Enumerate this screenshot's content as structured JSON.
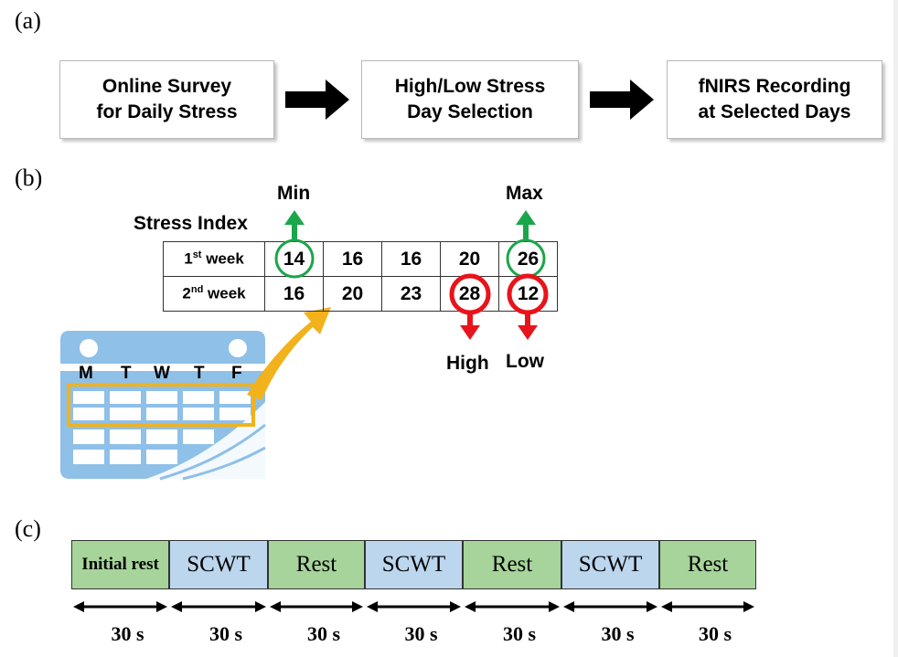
{
  "panels": {
    "a": "(a)",
    "b": "(b)",
    "c": "(c)"
  },
  "flow": {
    "steps": [
      "Online Survey\nfor Daily Stress",
      "High/Low Stress\nDay Selection",
      "fNIRS Recording\nat Selected Days"
    ]
  },
  "stress_table": {
    "title": "Stress Index",
    "min_label": "Min",
    "max_label": "Max",
    "high_label": "High",
    "low_label": "Low",
    "rows": [
      {
        "num": "1",
        "sup": "st",
        "label": " week",
        "values": [
          "14",
          "16",
          "16",
          "20",
          "26"
        ]
      },
      {
        "num": "2",
        "sup": "nd",
        "label": " week",
        "values": [
          "16",
          "20",
          "23",
          "28",
          "12"
        ]
      }
    ],
    "highlight_colors": {
      "min_max": "#1aa64a",
      "high_low": "#e8141c"
    }
  },
  "calendar": {
    "days": [
      "M",
      "T",
      "W",
      "T",
      "F"
    ],
    "color": "#8ec0e8",
    "highlight_color": "#f2b21c"
  },
  "timeline": {
    "segments": [
      {
        "label": "Initial rest",
        "color": "#a6d49a"
      },
      {
        "label": "SCWT",
        "color": "#bcd6ee"
      },
      {
        "label": "Rest",
        "color": "#a6d49a"
      },
      {
        "label": "SCWT",
        "color": "#bcd6ee"
      },
      {
        "label": "Rest",
        "color": "#a6d49a"
      },
      {
        "label": "SCWT",
        "color": "#bcd6ee"
      },
      {
        "label": "Rest",
        "color": "#a6d49a"
      }
    ],
    "durations": [
      "30 s",
      "30 s",
      "30 s",
      "30 s",
      "30 s",
      "30 s",
      "30 s"
    ]
  }
}
